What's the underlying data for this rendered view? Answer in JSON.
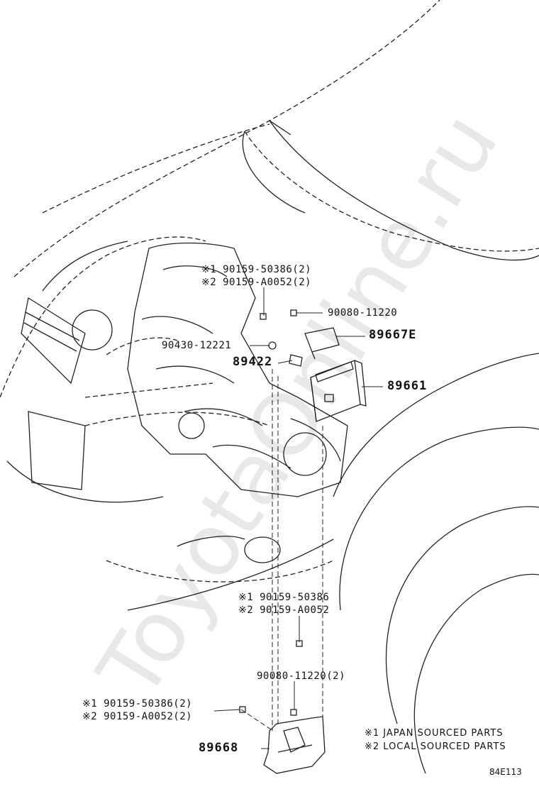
{
  "watermark": "ToyotaOnline.ru",
  "callouts": [
    {
      "id": "c1a",
      "text": "※1 90159-50386(2)"
    },
    {
      "id": "c1b",
      "text": "※2 90159-A0052(2)"
    },
    {
      "id": "c2",
      "text": "90080-11220"
    },
    {
      "id": "c3",
      "text": "89667E"
    },
    {
      "id": "c4",
      "text": "90430-12221"
    },
    {
      "id": "c5",
      "text": "89422"
    },
    {
      "id": "c6",
      "text": "89661"
    },
    {
      "id": "c7a",
      "text": "※1 90159-50386"
    },
    {
      "id": "c7b",
      "text": "※2 90159-A0052"
    },
    {
      "id": "c8",
      "text": "90080-11220(2)"
    },
    {
      "id": "c9a",
      "text": "※1 90159-50386(2)"
    },
    {
      "id": "c9b",
      "text": "※2 90159-A0052(2)"
    },
    {
      "id": "c10",
      "text": "89668"
    }
  ],
  "legend": {
    "note1": "※1 JAPAN SOURCED PARTS",
    "note2": "※2 LOCAL SOURCED PARTS"
  },
  "diagram_code": "84E113"
}
